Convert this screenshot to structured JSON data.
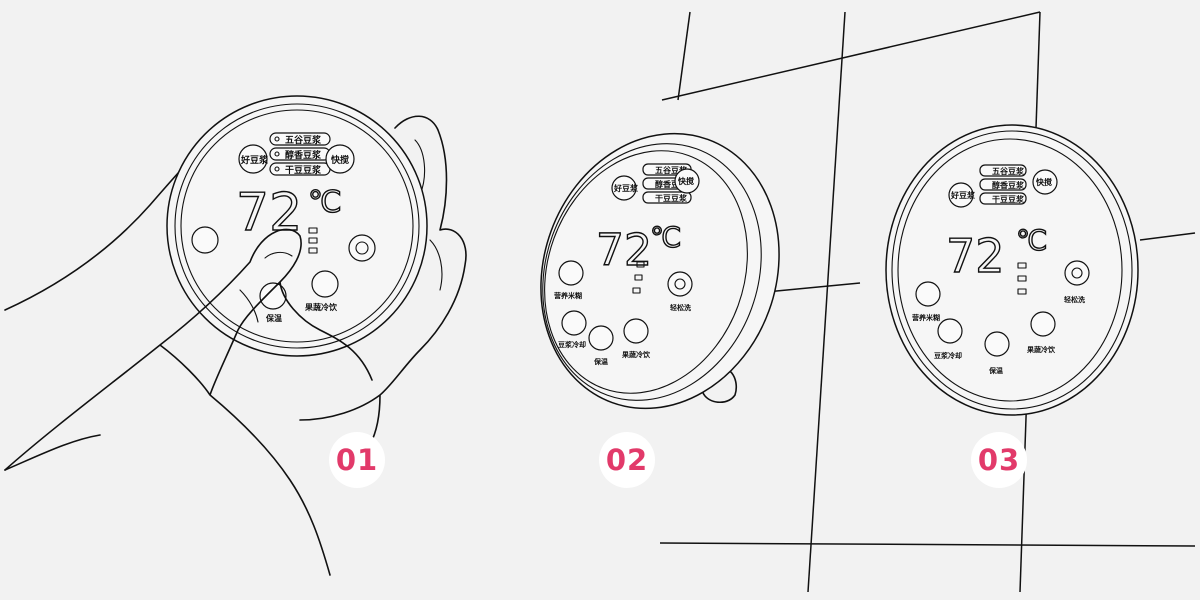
{
  "accent_color": "#e23a6a",
  "panel": {
    "temperature": "72",
    "unit": "℃",
    "programs": [
      "五谷豆浆",
      "醇香豆浆",
      "干豆豆浆"
    ],
    "left_button": "好豆浆",
    "right_button": "快搅",
    "functions": [
      "营养米糊",
      "保温",
      "果蔬冷饮",
      "轻松洗",
      "豆浆冷却"
    ]
  },
  "steps": [
    "01",
    "02",
    "03"
  ]
}
